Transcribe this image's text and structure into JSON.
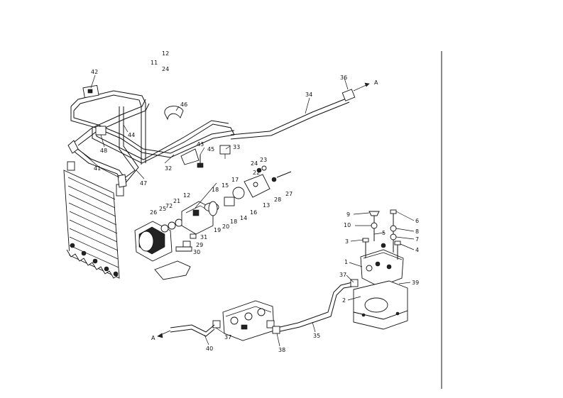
{
  "labels": {
    "l42": "42",
    "l11": "11",
    "l12": "12",
    "l24a": "24",
    "l46": "46",
    "l44": "44",
    "l48": "48",
    "l36a": "36",
    "lA1": "A",
    "l34": "34",
    "l43": "43",
    "l45": "45",
    "l33": "33",
    "l32": "32",
    "l41": "41",
    "l47": "47",
    "l23": "23",
    "l24b": "24",
    "l22": "22",
    "l17": "17",
    "l15": "15",
    "l18a": "18",
    "l13": "13",
    "l28": "28",
    "l27": "27",
    "l12b": "12",
    "l21": "21",
    "l72": "72",
    "l25": "25",
    "l26": "26",
    "l16": "16",
    "l14": "14",
    "l18b": "18",
    "l20": "20",
    "l19": "19",
    "l31": "31",
    "l29": "29",
    "l30": "30",
    "l9": "9",
    "l10": "10",
    "l5a": "5",
    "l3": "3",
    "l6": "6",
    "l8": "8",
    "l7": "7",
    "l4": "4",
    "l1": "1",
    "l37a": "37",
    "l39": "39",
    "l2": "2",
    "lA2": "A",
    "l40": "40",
    "l37b": "37",
    "l38": "38",
    "l35": "35"
  },
  "icons": {
    "radiator": "radiator-icon",
    "hydraulic_pump": "hydraulic-pump-icon",
    "control_valve": "control-valve-icon",
    "valve_block": "valve-block-icon"
  }
}
